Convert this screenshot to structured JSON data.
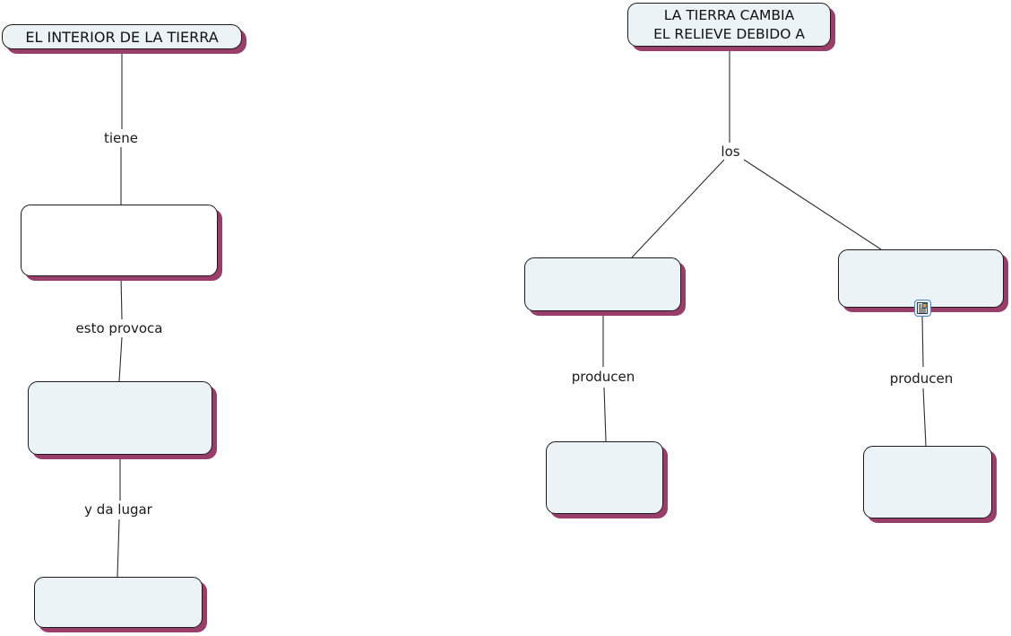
{
  "colors": {
    "background": "#ffffff",
    "node_fill": "#ecf3f6",
    "node_fill_alt": "#ffffff",
    "node_border": "#1b1b1b",
    "node_shadow": "#993d6b",
    "connector_line": "#2e2e2e",
    "resource_icon_border": "#4e84c4"
  },
  "left_map": {
    "root_label": "EL INTERIOR DE LA TIERRA",
    "link_tiene": "tiene",
    "link_esto_provoca": "esto provoca",
    "link_y_da_lugar": "y da lugar"
  },
  "right_map": {
    "root_line1": "LA TIERRA CAMBIA",
    "root_line2": "EL RELIEVE DEBIDO A",
    "link_los": "los",
    "link_producen_left": "producen",
    "link_producen_right": "producen"
  },
  "icons": {
    "resource_icon": "document-resource-icon"
  }
}
